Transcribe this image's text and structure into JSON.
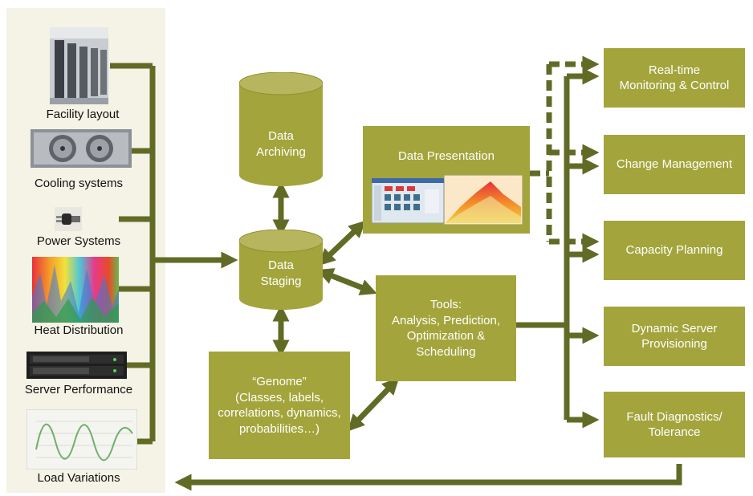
{
  "sources": [
    {
      "label": "Facility layout",
      "icon": "server-rack-photo-icon"
    },
    {
      "label": "Cooling systems",
      "icon": "cooling-fan-photo-icon"
    },
    {
      "label": "Power Systems",
      "icon": "power-plug-photo-icon"
    },
    {
      "label": "Heat Distribution",
      "icon": "heat-map-photo-icon"
    },
    {
      "label": "Server Performance",
      "icon": "server-unit-photo-icon"
    },
    {
      "label": "Load Variations",
      "icon": "load-chart-photo-icon"
    }
  ],
  "storage": {
    "archiving": "Data\nArchiving",
    "staging": "Data\nStaging"
  },
  "presentation": {
    "title": "Data Presentation"
  },
  "tools": "Tools:\nAnalysis, Prediction,\nOptimization &\nScheduling",
  "genome": "“Genome”\n(Classes, labels,\ncorrelations, dynamics,\nprobabilities…)",
  "outputs": [
    "Real-time\nMonitoring & Control",
    "Change Management",
    "Capacity Planning",
    "Dynamic Server\nProvisioning",
    "Fault Diagnostics/\nTolerance"
  ],
  "colors": {
    "box_fill": "#a3a53c",
    "arrow": "#626b26",
    "cylinder_top": "#b7b65e",
    "panel_bg": "#f4f3e6"
  }
}
